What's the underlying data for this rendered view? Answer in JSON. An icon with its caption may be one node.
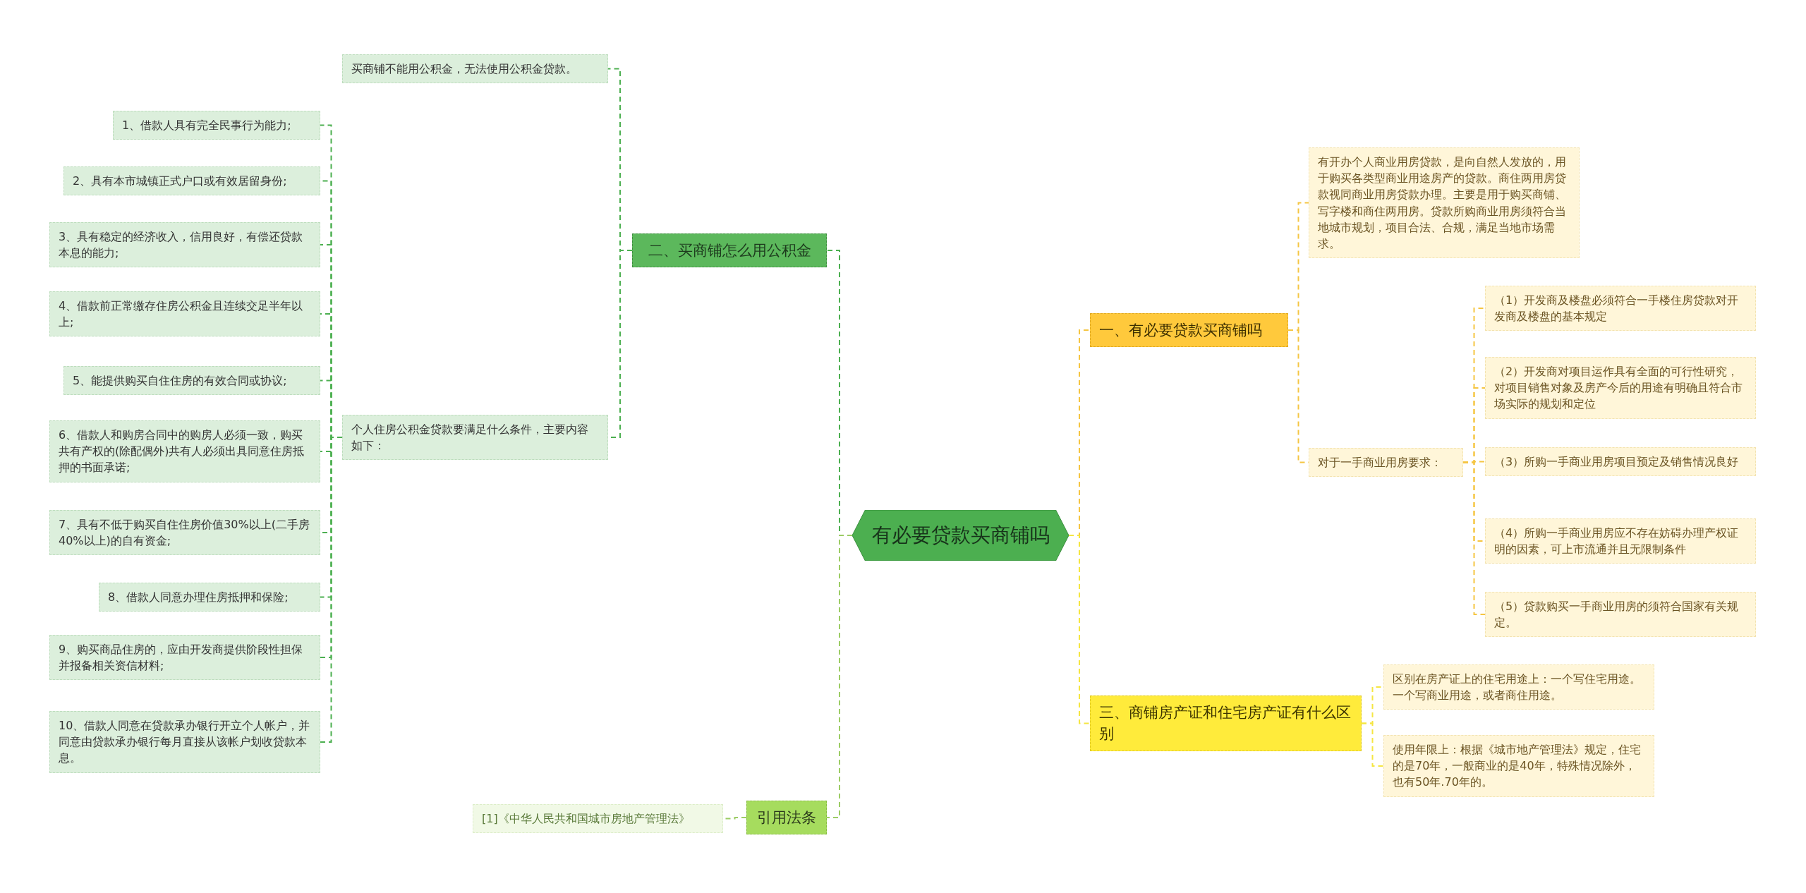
{
  "diagram": {
    "nodes": [
      {
        "text": [
          "有必要贷款买商铺吗"
        ]
      },
      {
        "text": [
          "二、买商铺怎么用公积金"
        ]
      },
      {
        "text": [
          "买商铺不能用公积金，无法使用公积金贷款。"
        ]
      },
      {
        "text": [
          "个人住房公积金贷款要满足什么条件，主要内容如下："
        ]
      },
      {
        "text": [
          "1、借款人具有完全民事行为能力;"
        ]
      },
      {
        "text": [
          "2、具有本市城镇正式户口或有效居留身份;"
        ]
      },
      {
        "text": [
          "3、具有稳定的经济收入，信用良好，有偿还贷款本息的能力;"
        ]
      },
      {
        "text": [
          "4、借款前正常缴存住房公积金且连续交足半年以上;"
        ]
      },
      {
        "text": [
          "5、能提供购买自住住房的有效合同或协议;"
        ]
      },
      {
        "text": [
          "6、借款人和购房合同中的购房人必须一致，购买共有产权的(除配偶外)共有人必须出具同意住房抵押的书面承诺;"
        ]
      },
      {
        "text": [
          "7、具有不低于购买自住住房价值30%以上(二手房40%以上)的自有资金;"
        ]
      },
      {
        "text": [
          "8、借款人同意办理住房抵押和保险;"
        ]
      },
      {
        "text": [
          "9、购买商品住房的，应由开发商提供阶段性担保并报备相关资信材料;"
        ]
      },
      {
        "text": [
          "10、借款人同意在贷款承办银行开立个人帐户，并同意由贷款承办银行每月直接从该帐户划收贷款本息。"
        ]
      },
      {
        "text": [
          "引用法条"
        ]
      },
      {
        "text": [
          "[1]《中华人民共和国城市房地产管理法》"
        ]
      },
      {
        "text": [
          "一、有必要贷款买商铺吗"
        ]
      },
      {
        "text": [
          "有开办个人商业用房贷款，是向自然人发放的，用于购买各类型商业用途房产的贷款。商住两用房贷款视同商业用房贷款办理。主要是用于购买商铺、写字楼和商住两用房。贷款所购商业用房须符合当地城市规划，项目合法、合规，满足当地市场需求。"
        ]
      },
      {
        "text": [
          "对于一手商业用房要求："
        ]
      },
      {
        "text": [
          "（1）开发商及楼盘必须符合一手楼住房贷款对开发商及楼盘的基本规定"
        ]
      },
      {
        "text": [
          "（2）开发商对项目运作具有全面的可行性研究，对项目销售对象及房产今后的用途有明确且符合市场实际的规划和定位"
        ]
      },
      {
        "text": [
          "（3）所购一手商业用房项目预定及销售情况良好"
        ]
      },
      {
        "text": [
          "（4）所购一手商业用房应不存在妨碍办理产权证明的因素，可上市流通并且无限制条件"
        ]
      },
      {
        "text": [
          "（5）贷款购买一手商业用房的须符合国家有关规定。"
        ]
      },
      {
        "text": [
          "三、商铺房产证和住宅房产证有什么区别"
        ]
      },
      {
        "text": [
          "区别在房产证上的住宅用途上：一个写住宅用途。一个写商业用途，或者商住用途。"
        ]
      },
      {
        "text": [
          "使用年限上：根据《城市地产管理法》规定，住宅的是70年，一般商业的是40年，特殊情况除外，也有50年.70年的。"
        ]
      }
    ],
    "edges": [
      {
        "from": 0,
        "to": 1,
        "arrow": "none",
        "style": "dashed",
        "color": "#4caf50"
      },
      {
        "from": 1,
        "to": 2,
        "arrow": "none",
        "style": "dashed",
        "color": "#4caf50"
      },
      {
        "from": 1,
        "to": 3,
        "arrow": "none",
        "style": "dashed",
        "color": "#4caf50"
      },
      {
        "from": 3,
        "to": 4,
        "arrow": "none",
        "style": "dashed",
        "color": "#4caf50"
      },
      {
        "from": 3,
        "to": 5,
        "arrow": "none",
        "style": "dashed",
        "color": "#4caf50"
      },
      {
        "from": 3,
        "to": 6,
        "arrow": "none",
        "style": "dashed",
        "color": "#4caf50"
      },
      {
        "from": 3,
        "to": 7,
        "arrow": "none",
        "style": "dashed",
        "color": "#4caf50"
      },
      {
        "from": 3,
        "to": 8,
        "arrow": "none",
        "style": "dashed",
        "color": "#4caf50"
      },
      {
        "from": 3,
        "to": 9,
        "arrow": "none",
        "style": "dashed",
        "color": "#4caf50"
      },
      {
        "from": 3,
        "to": 10,
        "arrow": "none",
        "style": "dashed",
        "color": "#4caf50"
      },
      {
        "from": 3,
        "to": 11,
        "arrow": "none",
        "style": "dashed",
        "color": "#4caf50"
      },
      {
        "from": 3,
        "to": 12,
        "arrow": "none",
        "style": "dashed",
        "color": "#4caf50"
      },
      {
        "from": 3,
        "to": 13,
        "arrow": "none",
        "style": "dashed",
        "color": "#4caf50"
      },
      {
        "from": 0,
        "to": 14,
        "arrow": "none",
        "style": "dashed",
        "color": "#9ccc65"
      },
      {
        "from": 14,
        "to": 15,
        "arrow": "none",
        "style": "dashed",
        "color": "#9ccc65"
      },
      {
        "from": 0,
        "to": 16,
        "arrow": "none",
        "style": "dashed",
        "color": "#f5c542"
      },
      {
        "from": 16,
        "to": 17,
        "arrow": "none",
        "style": "dashed",
        "color": "#f5c542"
      },
      {
        "from": 16,
        "to": 18,
        "arrow": "none",
        "style": "dashed",
        "color": "#f5c542"
      },
      {
        "from": 18,
        "to": 19,
        "arrow": "none",
        "style": "dashed",
        "color": "#f5c542"
      },
      {
        "from": 18,
        "to": 20,
        "arrow": "none",
        "style": "dashed",
        "color": "#f5c542"
      },
      {
        "from": 18,
        "to": 21,
        "arrow": "none",
        "style": "dashed",
        "color": "#f5c542"
      },
      {
        "from": 18,
        "to": 22,
        "arrow": "none",
        "style": "dashed",
        "color": "#f5c542"
      },
      {
        "from": 18,
        "to": 23,
        "arrow": "none",
        "style": "dashed",
        "color": "#f5c542"
      },
      {
        "from": 0,
        "to": 24,
        "arrow": "none",
        "style": "dashed",
        "color": "#f5e642"
      },
      {
        "from": 24,
        "to": 25,
        "arrow": "none",
        "style": "dashed",
        "color": "#f5e642"
      },
      {
        "from": 24,
        "to": 26,
        "arrow": "none",
        "style": "dashed",
        "color": "#f5e642"
      }
    ]
  }
}
